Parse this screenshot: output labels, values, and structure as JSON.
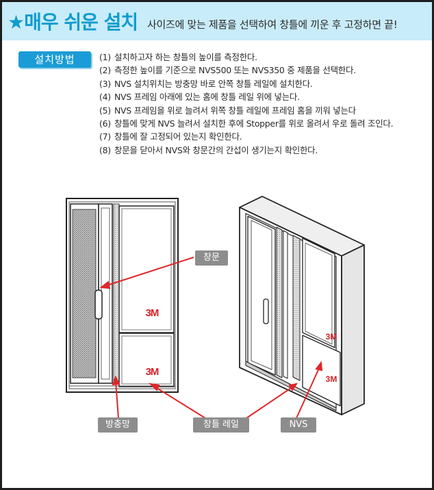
{
  "header": {
    "title": "★매우 쉬운 설치",
    "subtitle": "사이즈에 맞는 제품을 선택하여 창틀에 끼운 후 고정하면 끝!"
  },
  "method": {
    "label": "설치방법",
    "steps": [
      {
        "num": "(1)",
        "text": "설치하고자 하는 창틀의 높이를 측정한다."
      },
      {
        "num": "(2)",
        "text": "측정한 높이를 기준으로 NVS500 또는 NVS350 중 제품을 선택한다."
      },
      {
        "num": "(3)",
        "text": "NVS 설치위치는 방충망 바로 안쪽 창틀 레일에 설치한다."
      },
      {
        "num": "(4)",
        "text": "NVS 프레임 아래에 있는 홈에 창틀 레일 위에 넣는다."
      },
      {
        "num": "(5)",
        "text": "NVS 프레임을 위로 늘려서 위쪽 창틀 레일에 프레임 홈을 끼워 넣는다"
      },
      {
        "num": "(6)",
        "text": "창틀에 맞게 NVS 늘려서 설치한 후에 Stopper를 위로 올려서 우로 돌려 조인다."
      },
      {
        "num": "(7)",
        "text": "창틀에 잘 고정되어 있는지 확인한다."
      },
      {
        "num": "(8)",
        "text": "창문을 닫아서 NVS와 창문간의 간섭이 생기는지 확인한다."
      }
    ]
  },
  "diagram": {
    "brand": "3M",
    "labels": {
      "window": "창문",
      "screen": "방충망",
      "rail": "창틀 레일",
      "nvs": "NVS"
    }
  },
  "colors": {
    "accent": "#109ccf",
    "header_bg": "#c9ecfa",
    "badge": "#1b9cd6",
    "callout_bg": "#8d8d8d",
    "pointer": "#e0262a",
    "logo": "#d81f26"
  }
}
